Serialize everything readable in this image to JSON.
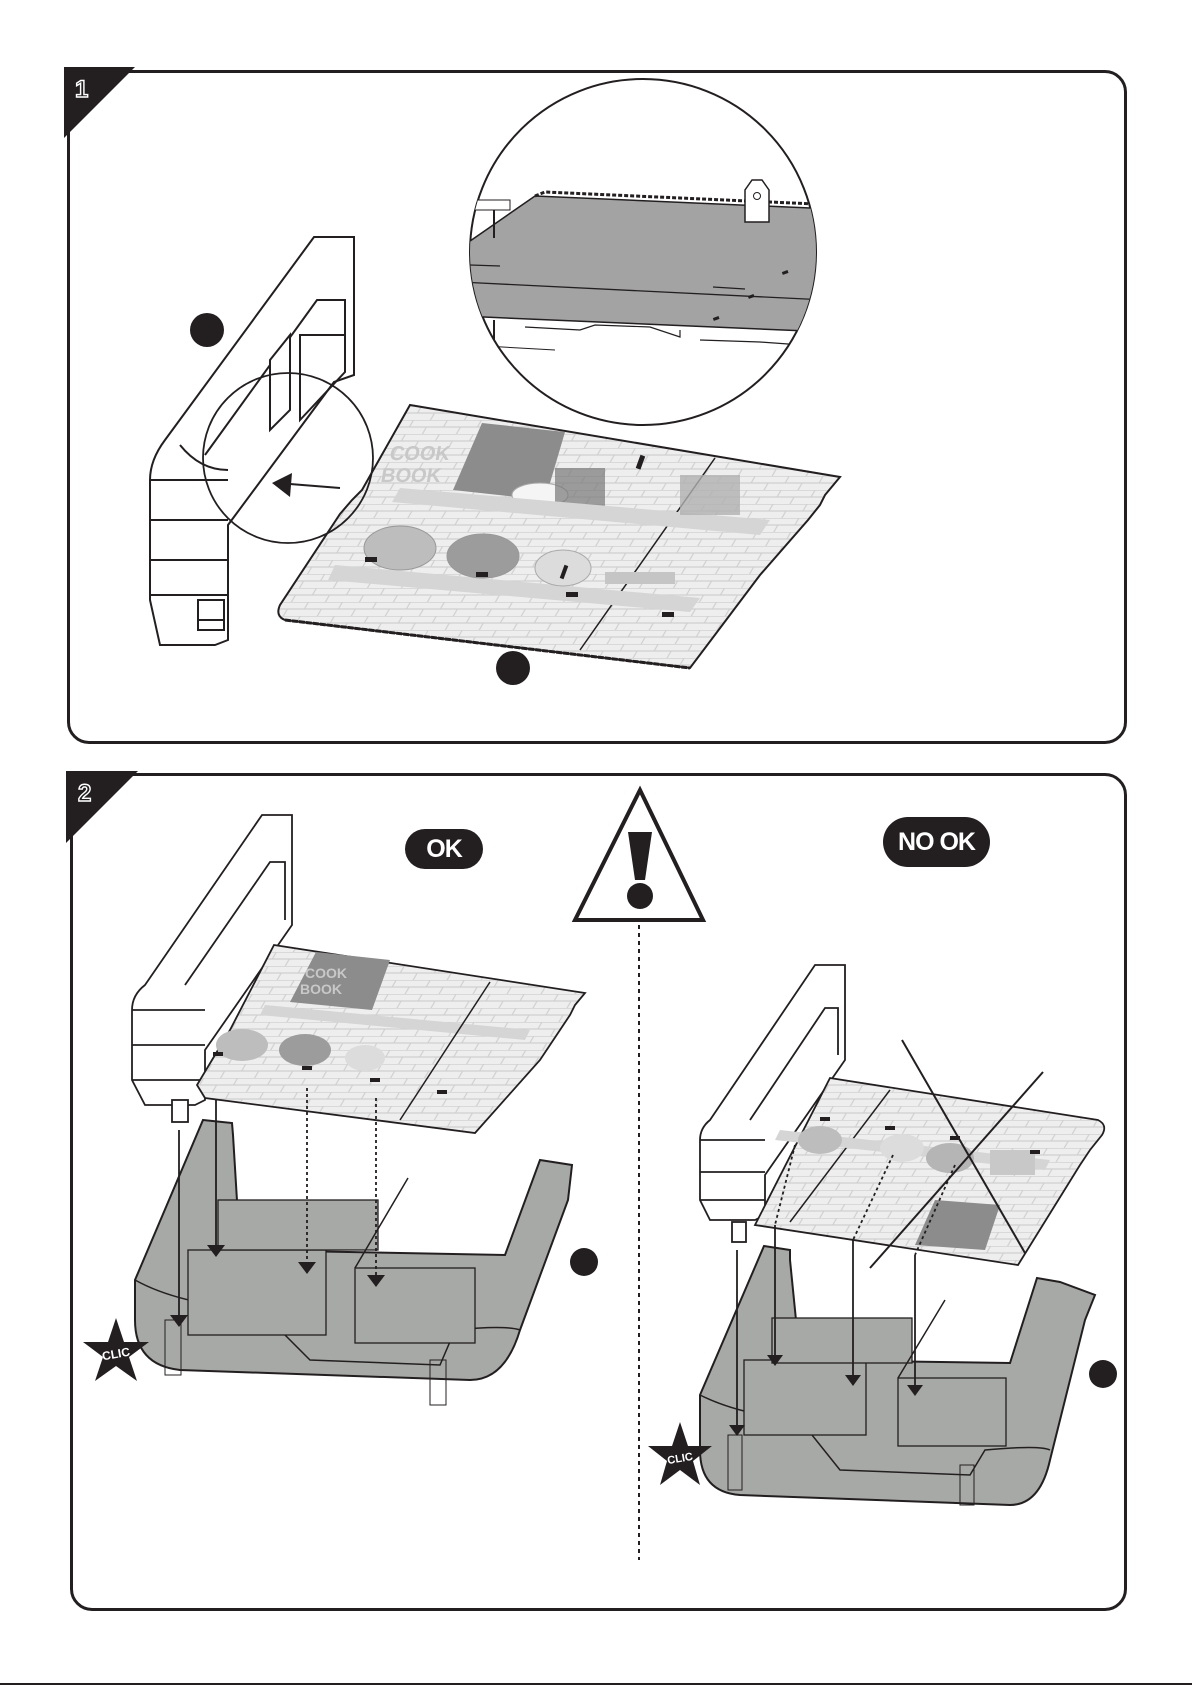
{
  "page": {
    "type": "assembly-instructions"
  },
  "steps": [
    {
      "number": "1",
      "parts": [
        "side-panel",
        "printed-board"
      ],
      "callout": "zoom-detail-circle",
      "board_print": {
        "text_line1": "COOK",
        "text_line2": "BOOK"
      }
    },
    {
      "number": "2",
      "correct": {
        "label": "OK",
        "click_label": "CLIC"
      },
      "incorrect": {
        "label": "NO OK",
        "click_label": "CLIC"
      },
      "warning_icon": "exclamation-triangle-icon"
    }
  ],
  "colors": {
    "ink": "#231f20",
    "bin_gray": "#a7a9a6",
    "board_light": "#ededed",
    "detail_gray": "#a3a3a3"
  }
}
